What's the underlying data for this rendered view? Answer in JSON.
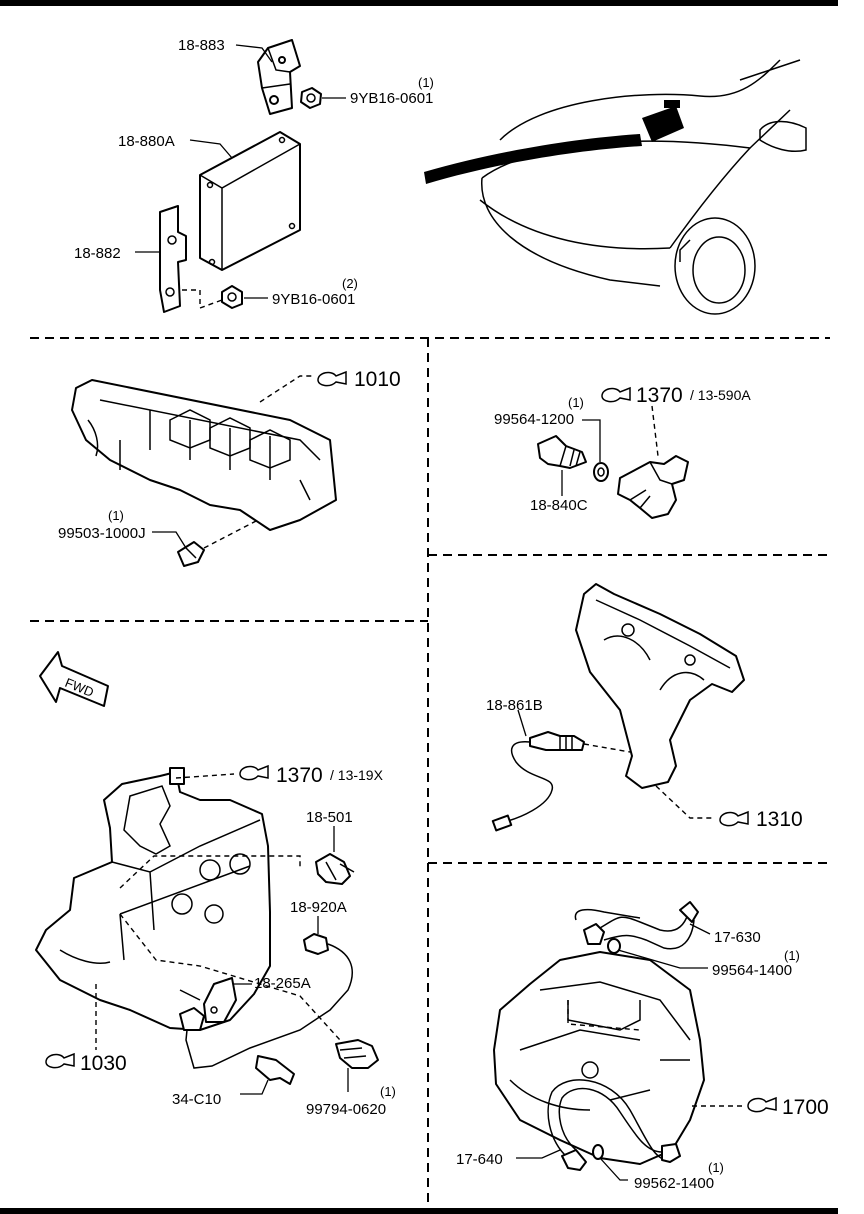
{
  "fwd": "FWD",
  "sections": {
    "ecu": {
      "labels": {
        "bracket_upper": "18-883",
        "nut_upper": "9YB16-0601",
        "nut_upper_qty": "(1)",
        "module": "18-880A",
        "bracket_lower": "18-882",
        "nut_lower": "9YB16-0601",
        "nut_lower_qty": "(2)"
      }
    },
    "head": {
      "ref": "1010",
      "plug": "99503-1000J",
      "plug_qty": "(1)"
    },
    "thermo": {
      "ref": "1370",
      "ref_sub": "/ 13-590A",
      "washer": "99564-1200",
      "washer_qty": "(1)",
      "sensor": "18-840C"
    },
    "manifold": {
      "sensor": "18-861B",
      "ref": "1310"
    },
    "block": {
      "ref_top": "1370",
      "ref_top_sub": "/ 13-19X",
      "switch": "18-501",
      "knock": "18-920A",
      "bracket": "18-265A",
      "ref_block": "1030",
      "clip": "34-C10",
      "bolt": "99794-0620",
      "bolt_qty": "(1)"
    },
    "trans": {
      "hose_upper": "17-630",
      "washer_upper": "99564-1400",
      "washer_upper_qty": "(1)",
      "ref": "1700",
      "hose_lower": "17-640",
      "washer_lower": "99562-1400",
      "washer_lower_qty": "(1)"
    }
  }
}
